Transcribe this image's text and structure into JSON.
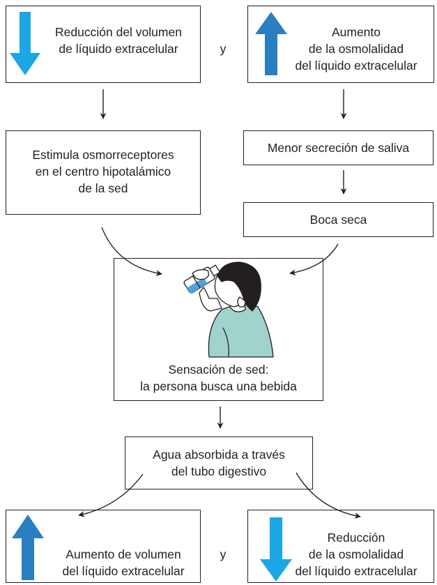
{
  "top_left": {
    "lines": [
      "Reducción del volumen",
      "de líquido extracelular"
    ]
  },
  "top_conj": "y",
  "top_right": {
    "lines": [
      "Aumento",
      "de la osmolalidad",
      "del líquido extracelular"
    ]
  },
  "left_mid": {
    "lines": [
      "Estimula osmorreceptores",
      "en el centro hipotalámico",
      "de la sed"
    ]
  },
  "right_mid_1": {
    "text": "Menor secreción de saliva"
  },
  "right_mid_2": {
    "text": "Boca seca"
  },
  "center": {
    "lines": [
      "Sensación de sed:",
      "la persona busca una bebida"
    ]
  },
  "absorb": {
    "lines": [
      "Agua absorbida a través",
      "del tubo digestivo"
    ]
  },
  "bottom_left": {
    "lines": [
      "Aumento de volumen",
      "del líquido extracelular"
    ]
  },
  "bottom_conj": "y",
  "bottom_right": {
    "lines": [
      "Reducción",
      "de la osmolalidad",
      "del líquido extracelular"
    ]
  },
  "colors": {
    "up_arrow": "#2a7fc1",
    "down_arrow": "#1ba6e6",
    "line": "#231f20",
    "shirt": "#9fd3cc"
  }
}
